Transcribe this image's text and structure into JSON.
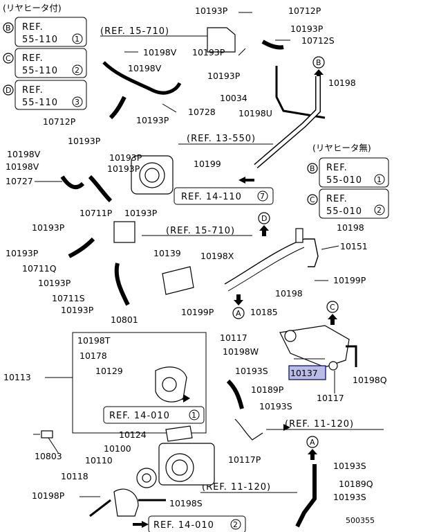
{
  "notes": {
    "with_rear_heater": "(リヤヒータ付)",
    "without_rear_heater": "(リヤヒータ無)"
  },
  "legend_left": [
    {
      "letter": "B",
      "line1": "REF.",
      "line2": "55-110",
      "num": "1"
    },
    {
      "letter": "C",
      "line1": "REF.",
      "line2": "55-110",
      "num": "2"
    },
    {
      "letter": "D",
      "line1": "REF.",
      "line2": "55-110",
      "num": "3"
    }
  ],
  "legend_right": [
    {
      "letter": "B",
      "line1": "REF.",
      "line2": "55-010",
      "num": "1"
    },
    {
      "letter": "C",
      "line1": "REF.",
      "line2": "55-010",
      "num": "2"
    }
  ],
  "refs": {
    "r15_710_top": "(REF. 15-710)",
    "r13_550": "(REF. 13-550)",
    "r14_110": "REF. 14-110",
    "r14_110_num": "7",
    "r15_710_mid": "(REF. 15-710)",
    "r14_010_a": "REF. 14-010",
    "r14_010_a_num": "1",
    "r11_120_a": "(REF. 11-120)",
    "r11_120_b": "(REF. 11-120)",
    "r14_010_b": "REF. 14-010",
    "r14_010_b_num": "2"
  },
  "flags": {
    "a": "A",
    "b": "B",
    "c": "C",
    "d": "D"
  },
  "parts": {
    "p10193P_1": "10193P",
    "p10712P_1": "10712P",
    "p10193P_2": "10193P",
    "p10193P_3": "10193P",
    "p10712S": "10712S",
    "p10198V_1": "10198V",
    "p10198V_2": "10198V",
    "p10193P_4": "10193P",
    "p10198_1": "10198",
    "p10034": "10034",
    "p10728": "10728",
    "p10198U": "10198U",
    "p10712P_2": "10712P",
    "p10193P_5": "10193P",
    "p10193P_6": "10193P",
    "p10193P_7": "10193P",
    "p10198V_3": "10198V",
    "p10193P_8": "10193P",
    "p10198V_4": "10198V",
    "p10199_1": "10199",
    "p10727": "10727",
    "p10711P": "10711P",
    "p10193P_9": "10193P",
    "p10193P_10": "10193P",
    "p10198_2": "10198",
    "p10193P_11": "10193P",
    "p10151": "10151",
    "p10711Q": "10711Q",
    "p10139": "10139",
    "p10198X": "10198X",
    "p10193P_12": "10193P",
    "p10198_3": "10198",
    "p10199P_1": "10199P",
    "p10711S": "10711S",
    "p10193P_13": "10193P",
    "p10185": "10185",
    "p10801": "10801",
    "p10199P_2": "10199P",
    "p10117_1": "10117",
    "p10198T": "10198T",
    "p10198W": "10198W",
    "p10178": "10178",
    "p10113": "10113",
    "p10129": "10129",
    "p10193S_1": "10193S",
    "p10137": "10137",
    "p10198Q": "10198Q",
    "p10189P": "10189P",
    "p10117_2": "10117",
    "p10193S_2": "10193S",
    "p10803": "10803",
    "p10124": "10124",
    "p10100": "10100",
    "p10117P": "10117P",
    "p10110": "10110",
    "p10193S_3": "10193S",
    "p10118": "10118",
    "p10189Q": "10189Q",
    "p10198P": "10198P",
    "p10198S": "10198S",
    "p10193S_4": "10193S"
  },
  "diagram_id": "500355",
  "colors": {
    "highlight": "#b9bde6",
    "highlight_border": "#1b1f7a",
    "line": "#000000"
  }
}
